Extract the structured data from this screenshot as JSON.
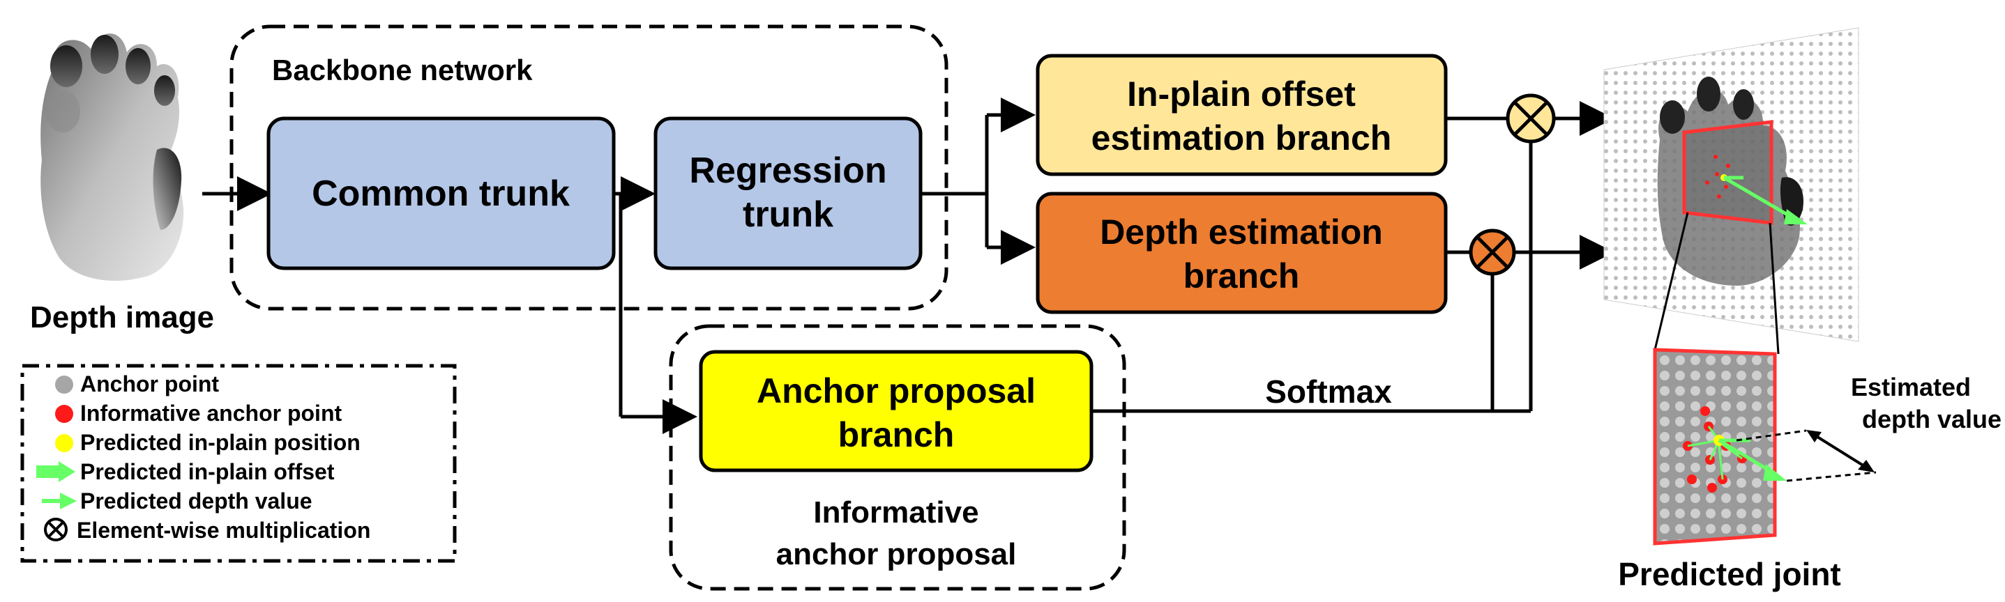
{
  "image": {
    "label": "Depth image"
  },
  "backbone": {
    "title": "Backbone network",
    "common_trunk": "Common trunk",
    "regression_trunk": [
      "Regression",
      "trunk"
    ]
  },
  "branches": {
    "offset": [
      "In-plain offset",
      "estimation branch"
    ],
    "depth": [
      "Depth estimation",
      "branch"
    ],
    "anchor": [
      "Anchor proposal",
      "branch"
    ]
  },
  "informative_anchor_proposal": [
    "Informative",
    "anchor proposal"
  ],
  "softmax": "Softmax",
  "estimated_depth": [
    "Estimated",
    "depth value"
  ],
  "predicted_joint": "Predicted joint",
  "legend": {
    "items": [
      {
        "label": "Anchor point",
        "icon": "gray-dot-icon"
      },
      {
        "label": "Informative anchor point",
        "icon": "red-dot-icon"
      },
      {
        "label": "Predicted in-plain position",
        "icon": "yellow-dot-icon"
      },
      {
        "label": "Predicted in-plain offset",
        "icon": "thick-green-arrow-icon"
      },
      {
        "label": "Predicted depth value",
        "icon": "green-arrow-icon"
      },
      {
        "label": "Element-wise multiplication",
        "icon": "otimes-icon"
      }
    ]
  },
  "colors": {
    "backbone_box": "#b4c7e7",
    "offset_box": "#ffe699",
    "depth_box": "#ed7d31",
    "anchor_box": "#ffff00",
    "multiply_fill": "#ffe699",
    "multiply_fill_depth": "#ed7d31",
    "joint_frame": "#ff3333",
    "arrow_green": "#66ff66"
  }
}
